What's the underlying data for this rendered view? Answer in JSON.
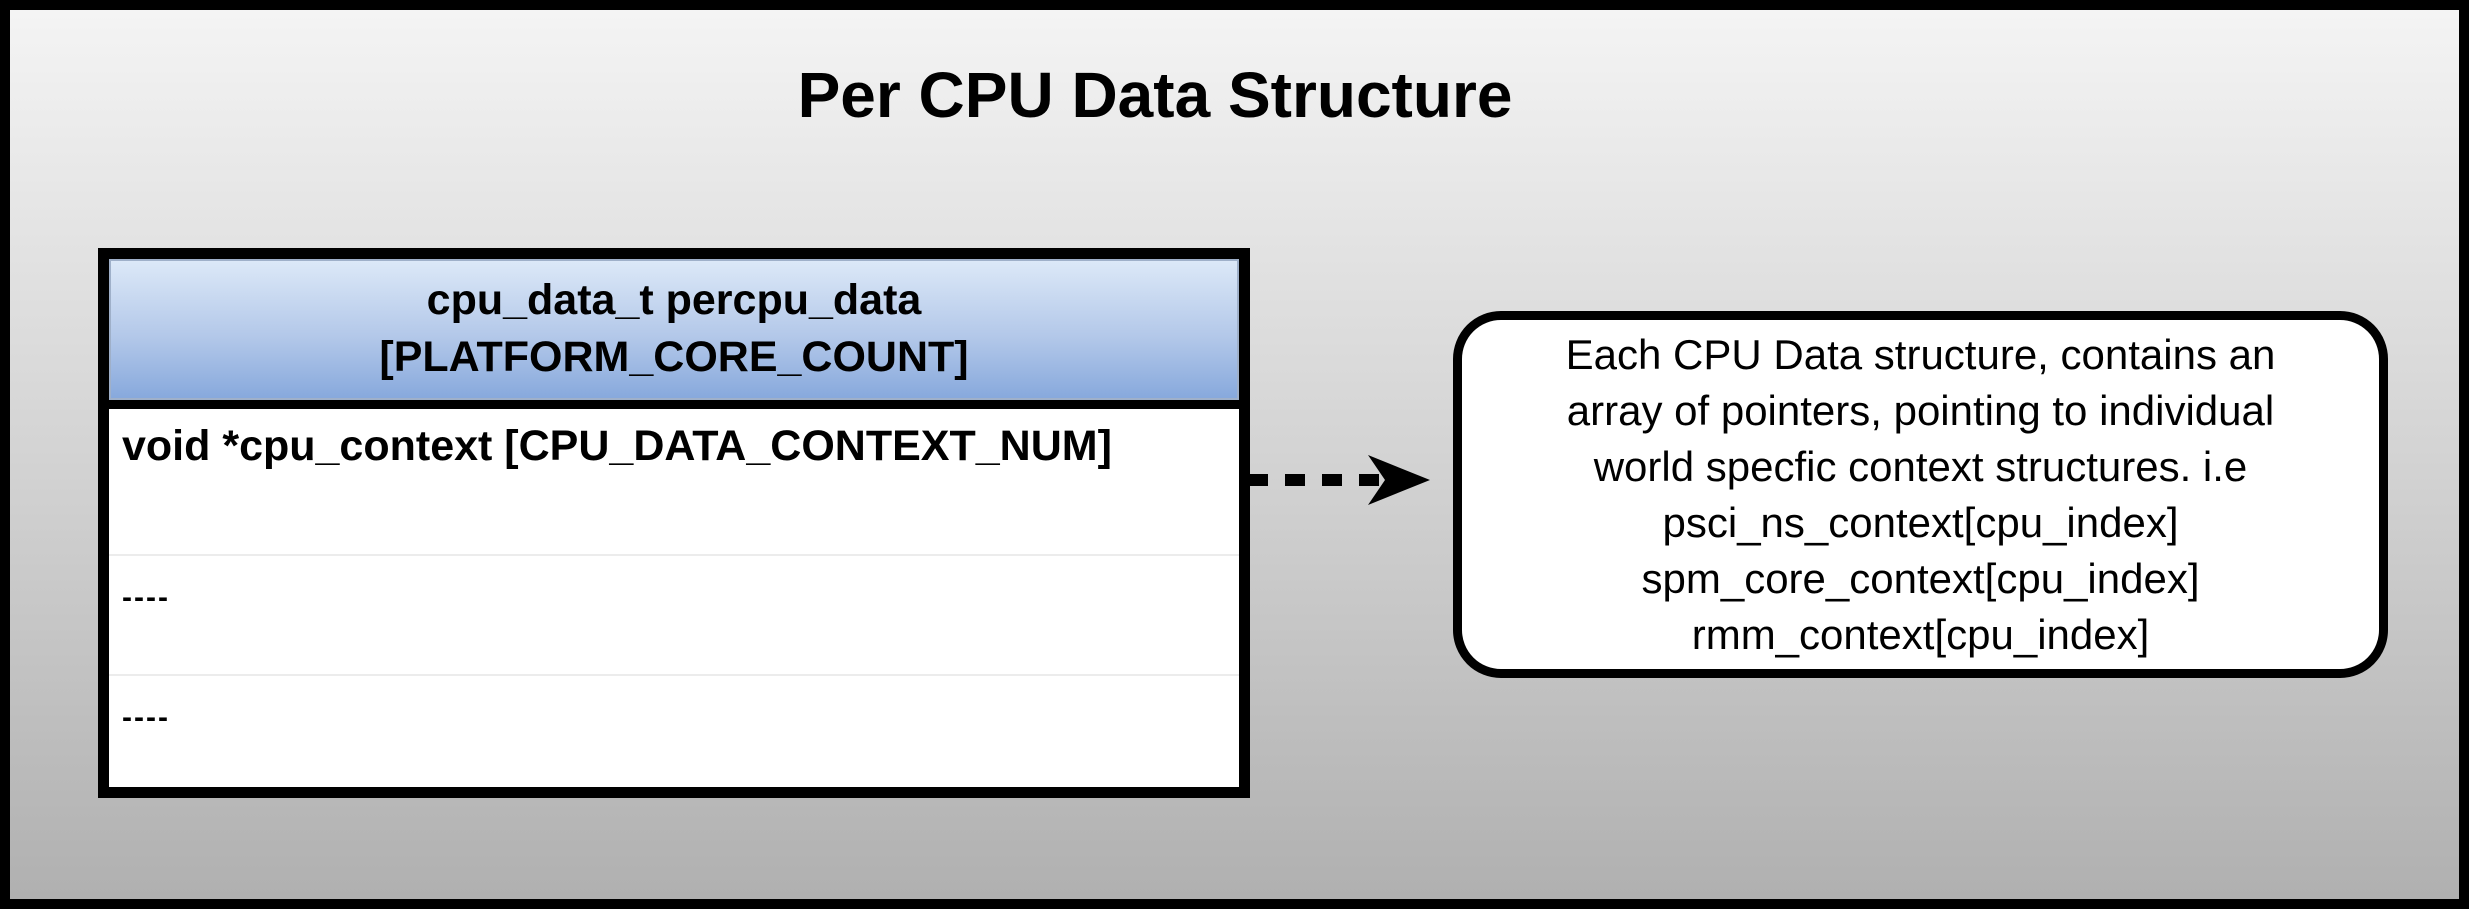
{
  "title": "Per CPU Data Structure",
  "table": {
    "header": {
      "line1": "cpu_data_t percpu_data",
      "line2": "[PLATFORM_CORE_COUNT]"
    },
    "rows": [
      "void *cpu_context [CPU_DATA_CONTEXT_NUM]",
      "----",
      "----"
    ]
  },
  "arrow": {
    "style": "dashed",
    "direction": "right"
  },
  "callout": {
    "lines": [
      "Each CPU Data structure, contains an",
      "array of pointers, pointing to individual",
      "world specfic context structures. i.e",
      "psci_ns_context[cpu_index]",
      "spm_core_context[cpu_index]",
      "rmm_context[cpu_index]"
    ]
  },
  "colors": {
    "header_gradient_top": "#dde9f8",
    "header_gradient_bottom": "#86a8dc",
    "background_gradient_top": "#f4f4f4",
    "background_gradient_bottom": "#b0b0b0",
    "border": "#000000",
    "text": "#000000",
    "row_divider": "#ececec"
  }
}
